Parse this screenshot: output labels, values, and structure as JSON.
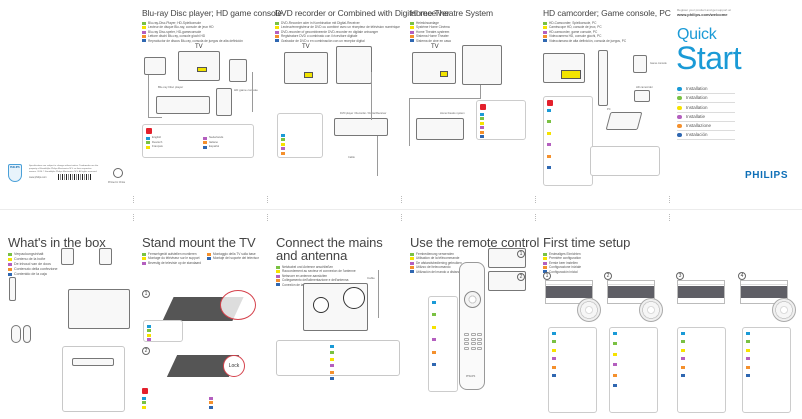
{
  "lang_colors": {
    "de": "#7ac143",
    "es": "#f6e200",
    "nl": "#b45fbf",
    "it": "#f4902d",
    "pt": "#2f67b1",
    "en": "#1a9ad6"
  },
  "cover": {
    "url_small": "Register your product and get support at",
    "url": "www.philips.com/welcome",
    "title_line1": "Quick",
    "title_line2": "Start",
    "installs": [
      {
        "label": "Installation",
        "color": "#1a9ad6"
      },
      {
        "label": "Installation",
        "color": "#7ac143"
      },
      {
        "label": "Installation",
        "color": "#f6e200"
      },
      {
        "label": "Installatie",
        "color": "#b45fbf"
      },
      {
        "label": "Installazione",
        "color": "#f4902d"
      },
      {
        "label": "Instalación",
        "color": "#2f67b1"
      }
    ],
    "brand": "PHILIPS"
  },
  "back": {
    "shield_label": "PHILIPS",
    "legal": "Specifications are subject to change without notice. Trademarks are the property of Koninklijke Philips Electronics N.V. or their respective owners. 2010 © Koninklijke Philips Electronics N.V. All rights reserved.",
    "site": "www.philips.com",
    "recycle_label": "Printed in China"
  },
  "panels": {
    "bluray": {
      "title": "Blu-ray Disc player; HD game console",
      "langs": [
        "Blu-ray-Disc-Player; HD-Spielkonsole",
        "Lecteur de disque Blu-ray, console de jeux HD",
        "Blu-ray Disc-speler, HD-gameconsole",
        "Lettore dischi Blu-ray, console giochi HD",
        "Reproductor de discos Blu-ray, consola de juegos de alta definición"
      ],
      "tv_label": "TV",
      "device1": "Blu-ray Disc player",
      "device2": "HD game console",
      "notes_left": [
        "Deutsch",
        "Français",
        "Español"
      ],
      "notes_right": [
        "English",
        "Italiano",
        "Nederlands"
      ]
    },
    "dvd": {
      "title": "DVD recorder or Combined with Digital receiver",
      "langs": [
        "DVD-Recorder oder in Kombination mit Digital-Receiver",
        "Lecteur/enregistreur de DVD ou combiné avec un récepteur de télévision numérique",
        "DVD-recorder of gecombineerde DVD-recorder en digitale ontvanger",
        "Registratore DVD o combinato con il ricevitore digitale",
        "Grabador de DVD o en combinación con un receptor digital"
      ],
      "tv_label": "TV",
      "device": "DVD player / Recorder / Digital Receiver",
      "cable_label": "Cable"
    },
    "hts": {
      "title": "Home Theatre System",
      "langs": [
        "Heimkinoanlage",
        "Système Home Cinéma",
        "Home Theatre-systeem",
        "Sistema Home Theater",
        "Sistema de cine en casa"
      ],
      "tv_label": "TV",
      "device": "Home theatre system"
    },
    "camcorder": {
      "title": "HD camcorder; Game console, PC",
      "langs": [
        "HD-Camcorder; Spielkonsole, PC",
        "Caméscope HD, console de jeux, PC",
        "HD-camcorder, game console, PC",
        "Videocamera HD, console giochi, PC",
        "Videocámara de alta definición, consola de juegos, PC"
      ],
      "devices": [
        "Game console",
        "HD camcorder",
        "PC"
      ]
    },
    "box": {
      "title": "What's in the box",
      "langs": [
        "Verpackungsinhalt",
        "Contenu de la boîte",
        "De inhoud van de doos",
        "Contenuto della confezione",
        "Contenido de la caja"
      ]
    },
    "stand": {
      "title": "Stand mount the TV",
      "langs": [
        "Fernsehgerät aufstellen montieren",
        "Montage du téléviseur sur le support",
        "Bevestig de televisie op de standaard",
        "Montaggio della TV sulla base",
        "Montaje del soporte del televisor"
      ],
      "steps": [
        "1",
        "2"
      ],
      "lock_label": "Lock"
    },
    "mains": {
      "title_line1": "Connect the mains",
      "title_line2": "and antenna",
      "langs": [
        "Netzkabel und Antenne anschließen",
        "Raccordement au secteur et connexion de l'antenne",
        "Netsnoer en antenne aansluiten",
        "Collegamento dell'alimentazione e dell'antenna",
        "Conexión de la alimentación y la antena"
      ],
      "cable_label": "Cable"
    },
    "remote": {
      "title": "Use the remote control",
      "langs": [
        "Fernbedienung verwenden",
        "Utilisation de la télécommande",
        "De afstandsbediening gebruiken",
        "Utilizzo del telecomando",
        "Utilización del mando a distancia"
      ],
      "steps": [
        "1",
        "2"
      ],
      "brand": "PHILIPS"
    },
    "setup": {
      "title": "First time setup",
      "langs": [
        "Erstmaliges Einrichten",
        "Première configuration",
        "Eerste keer instellen",
        "Configurazione iniziale",
        "Configuración inicial"
      ],
      "steps": [
        "1",
        "2",
        "3",
        "4"
      ]
    }
  }
}
